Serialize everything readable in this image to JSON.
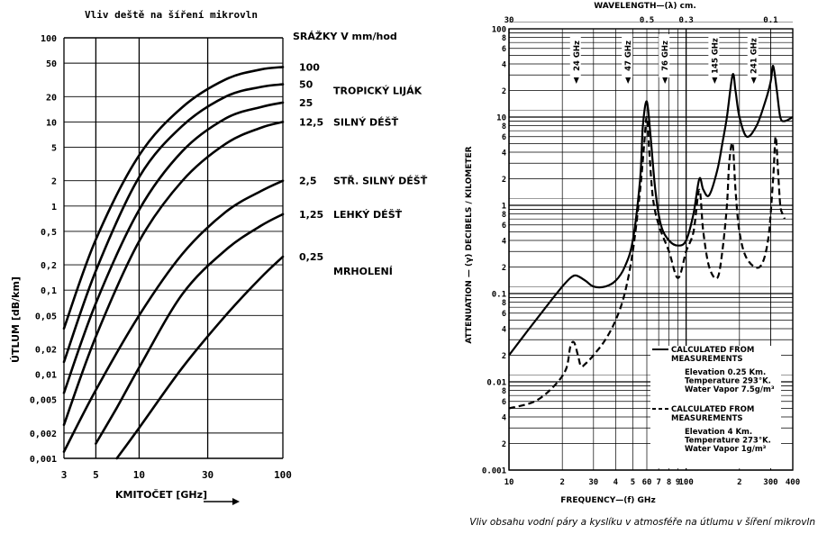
{
  "chart_data": [
    {
      "type": "line",
      "title": "Vliv deště na šíření mikrovln",
      "xlabel": "KMITOČET [GHz]",
      "ylabel": "ÚTLUM [dB/km]",
      "x_scale": "log",
      "y_scale": "log",
      "xlim": [
        3,
        100
      ],
      "ylim": [
        0.001,
        100
      ],
      "x_ticks": [
        "3",
        "5",
        "10",
        "30",
        "100"
      ],
      "y_ticks": [
        "0,001",
        "0,002",
        "0,005",
        "0,01",
        "0,02",
        "0,05",
        "0,1",
        "0,2",
        "0,5",
        "1",
        "2",
        "5",
        "10",
        "20",
        "50",
        "100"
      ],
      "legend_title": "SRÁŽKY V mm/hod",
      "series": [
        {
          "name": "100",
          "x": [
            3,
            5,
            10,
            20,
            40,
            70,
            100
          ],
          "y": [
            0.035,
            0.4,
            4.0,
            15,
            32,
            42,
            45
          ]
        },
        {
          "name": "50",
          "x": [
            3,
            5,
            10,
            20,
            40,
            70,
            100
          ],
          "y": [
            0.014,
            0.17,
            2.2,
            9,
            20,
            26,
            28
          ]
        },
        {
          "name": "25",
          "x": [
            3,
            5,
            10,
            20,
            40,
            70,
            100
          ],
          "y": [
            0.006,
            0.07,
            0.9,
            4.5,
            11,
            15,
            17
          ]
        },
        {
          "name": "12,5",
          "x": [
            3,
            5,
            10,
            20,
            40,
            70,
            100
          ],
          "y": [
            0.0025,
            0.028,
            0.38,
            2.0,
            5.5,
            8.5,
            10
          ]
        },
        {
          "name": "2,5",
          "x": [
            3,
            5,
            10,
            20,
            40,
            70,
            100
          ],
          "y": [
            0.0012,
            0.0065,
            0.05,
            0.27,
            0.85,
            1.5,
            2.0
          ]
        },
        {
          "name": "1,25",
          "x": [
            5,
            7,
            10,
            20,
            40,
            70,
            100
          ],
          "y": [
            0.0015,
            0.004,
            0.012,
            0.09,
            0.3,
            0.58,
            0.8
          ]
        },
        {
          "name": "0,25",
          "x": [
            7,
            10,
            20,
            40,
            70,
            100
          ],
          "y": [
            0.001,
            0.0023,
            0.012,
            0.05,
            0.14,
            0.25
          ]
        }
      ],
      "annotations": [
        {
          "text": "TROPICKÝ LIJÁK",
          "series": "100"
        },
        {
          "text": "SILNÝ DÉŠŤ",
          "series": "12,5"
        },
        {
          "text": "STŘ. SILNÝ DÉŠŤ",
          "series": "2,5"
        },
        {
          "text": "LEHKÝ DÉŠŤ",
          "series": "1,25"
        },
        {
          "text": "MRHOLENÍ",
          "series": "0,25"
        }
      ]
    },
    {
      "type": "line",
      "title": "WAVELENGTH—(λ) cm.",
      "xlabel": "FREQUENCY—(f) GHz",
      "ylabel": "ATTENUATION — (γ) DECIBELS / KILOMETER",
      "x_scale": "log",
      "y_scale": "log",
      "xlim": [
        10,
        400
      ],
      "ylim": [
        0.001,
        100
      ],
      "x_ticks": [
        "10",
        "2",
        "30",
        "4",
        "5",
        "60",
        "7",
        "8",
        "9",
        "100",
        "2",
        "300",
        "400"
      ],
      "y_ticks": [
        "0.001",
        "2",
        "4",
        "6",
        "8",
        "0.01",
        "2",
        "4",
        "6",
        "8",
        "0.1",
        "2",
        "4",
        "6",
        "8",
        "1",
        "2",
        "4",
        "6",
        "8",
        "10",
        "2",
        "4",
        "6",
        "8",
        "100"
      ],
      "top_ticks": [
        "30",
        "0.5",
        "0.3",
        "0.1"
      ],
      "absorption_lines": [
        "24 GHz",
        "47 GHz",
        "76 GHz",
        "145 GHz",
        "241 GHz"
      ],
      "series": [
        {
          "name": "CALCULATED FROM MEASUREMENTS",
          "style": "solid",
          "note": [
            "Elevation 0.25 Km.",
            "Temperature 293°K.",
            "Water Vapor 7.5g/m³"
          ],
          "x": [
            10,
            13,
            17,
            20,
            22.2,
            24,
            27,
            30,
            35,
            40,
            45,
            50,
            55,
            57,
            60,
            63,
            67,
            72,
            80,
            90,
            100,
            110,
            118.7,
            125,
            135,
            150,
            160,
            170,
            183,
            190,
            200,
            220,
            250,
            280,
            300,
            310,
            325,
            340,
            360,
            400
          ],
          "y": [
            0.02,
            0.04,
            0.08,
            0.12,
            0.15,
            0.16,
            0.14,
            0.12,
            0.12,
            0.14,
            0.2,
            0.4,
            2.0,
            8.0,
            15,
            6,
            1.5,
            0.6,
            0.4,
            0.35,
            0.4,
            0.8,
            2.0,
            1.5,
            1.3,
            2.5,
            5,
            10,
            30,
            20,
            10,
            6.0,
            8,
            15,
            25,
            38,
            20,
            10,
            9,
            10
          ]
        },
        {
          "name": "CALCULATED FROM MEASUREMENTS",
          "style": "dashed",
          "note": [
            "Elevation 4 Km.",
            "Temperature 273°K.",
            "Water Vapor 1g/m³"
          ],
          "x": [
            10,
            14,
            18,
            21,
            22.2,
            23.3,
            24.5,
            25.5,
            27,
            30,
            35,
            40,
            45,
            50,
            55,
            58,
            60,
            62,
            65,
            70,
            80,
            90,
            100,
            110,
            118.7,
            125,
            135,
            150,
            160,
            170,
            175,
            183,
            190,
            200,
            220,
            260,
            290,
            310,
            320,
            330,
            340,
            350,
            360
          ],
          "y": [
            0.005,
            0.006,
            0.009,
            0.014,
            0.025,
            0.028,
            0.02,
            0.015,
            0.016,
            0.02,
            0.03,
            0.05,
            0.1,
            0.3,
            1.5,
            5,
            10,
            4,
            1.2,
            0.6,
            0.3,
            0.15,
            0.3,
            0.5,
            1.5,
            0.5,
            0.2,
            0.15,
            0.3,
            1.0,
            3,
            5,
            1.5,
            0.5,
            0.25,
            0.2,
            0.4,
            2.0,
            6.0,
            2.5,
            1.0,
            0.8,
            0.7
          ]
        }
      ]
    }
  ],
  "caption": "Vliv obsahu vodní páry a kyslíku v atmosféře na útlumu v šíření  mikrovln"
}
